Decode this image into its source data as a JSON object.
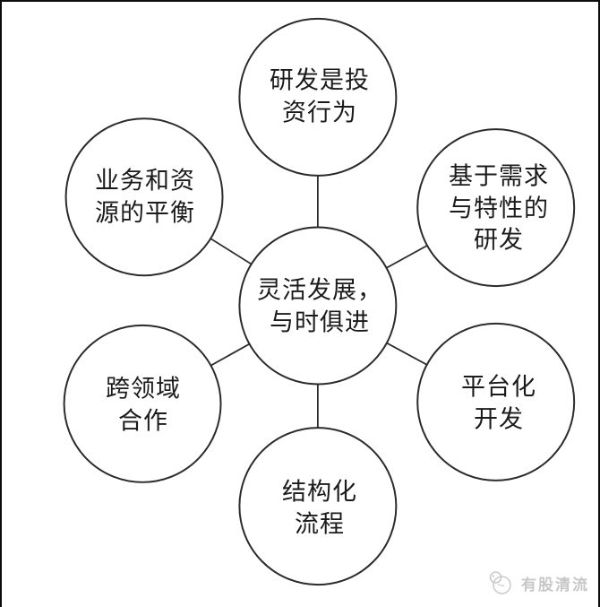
{
  "diagram": {
    "title": "",
    "type": "hub-and-spoke",
    "center_node": {
      "id": "center",
      "label": "灵活发展，\n与时俱进"
    },
    "nodes": [
      {
        "id": "top",
        "label": "研发是投\n资行为"
      },
      {
        "id": "top-right",
        "label": "基于需求\n与特性的\n研发"
      },
      {
        "id": "bottom-right",
        "label": "平台化\n开发"
      },
      {
        "id": "bottom",
        "label": "结构化\n流程"
      },
      {
        "id": "bottom-left",
        "label": "跨领域\n合作"
      },
      {
        "id": "top-left",
        "label": "业务和资\n源的平衡"
      }
    ]
  },
  "watermark": {
    "icon": "brand-logo",
    "text": "有股清流",
    "color": "#c7c7c7"
  },
  "colors": {
    "background": "#ffffff",
    "node_fill": "#ffffff",
    "node_stroke": "#2b2b2b",
    "text": "#1b1b1b",
    "page_border": "#0d0d0d"
  }
}
